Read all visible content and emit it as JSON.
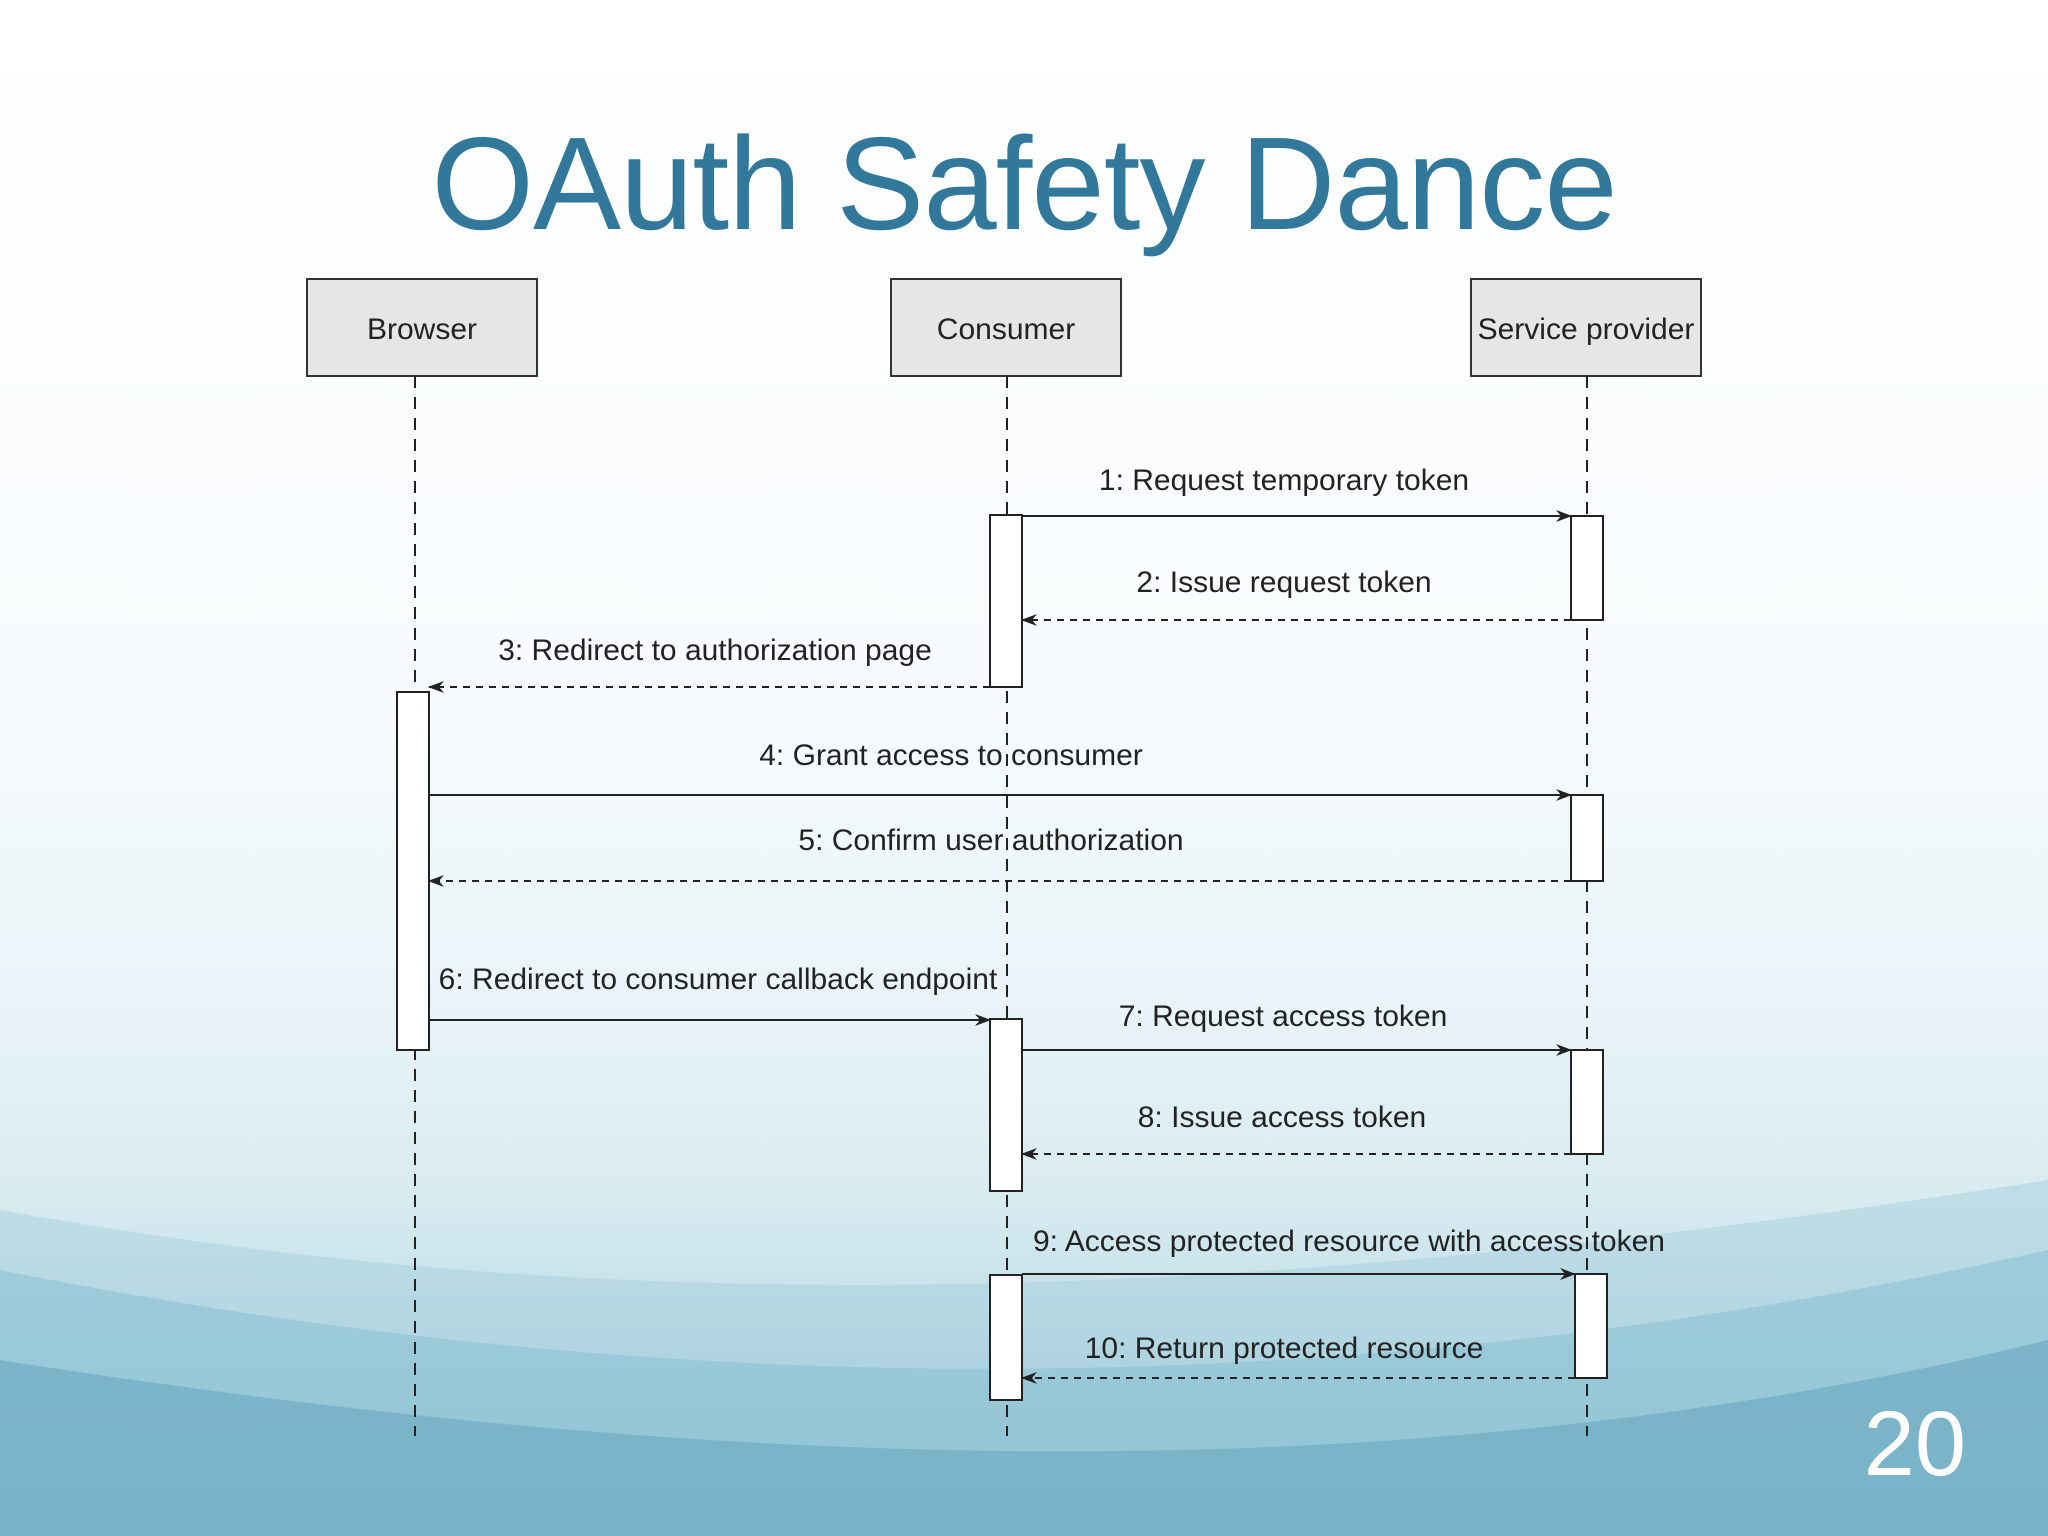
{
  "title": "OAuth Safety Dance",
  "slide_number": "20",
  "colors": {
    "title": "#31789a",
    "participant_fill": "#e6e6e9",
    "line": "#222222",
    "background_wave": "#7ab6ca"
  },
  "participants": [
    {
      "id": "browser",
      "label": "Browser"
    },
    {
      "id": "consumer",
      "label": "Consumer"
    },
    {
      "id": "service",
      "label": "Service provider"
    }
  ],
  "messages": [
    {
      "label": "1: Request temporary token",
      "from": "consumer",
      "to": "service",
      "style": "solid"
    },
    {
      "label": "2: Issue request token",
      "from": "service",
      "to": "consumer",
      "style": "dashed"
    },
    {
      "label": "3: Redirect to authorization page",
      "from": "consumer",
      "to": "browser",
      "style": "dashed"
    },
    {
      "label": "4: Grant access to consumer",
      "from": "browser",
      "to": "service",
      "style": "solid"
    },
    {
      "label": "5: Confirm user authorization",
      "from": "service",
      "to": "browser",
      "style": "dashed"
    },
    {
      "label": "6: Redirect to consumer callback endpoint",
      "from": "browser",
      "to": "consumer",
      "style": "solid"
    },
    {
      "label": "7: Request access token",
      "from": "consumer",
      "to": "service",
      "style": "solid"
    },
    {
      "label": "8: Issue access token",
      "from": "service",
      "to": "consumer",
      "style": "dashed"
    },
    {
      "label": "9: Access protected resource with access token",
      "from": "consumer",
      "to": "service",
      "style": "solid"
    },
    {
      "label": "10: Return protected resource",
      "from": "service",
      "to": "consumer",
      "style": "dashed"
    }
  ]
}
